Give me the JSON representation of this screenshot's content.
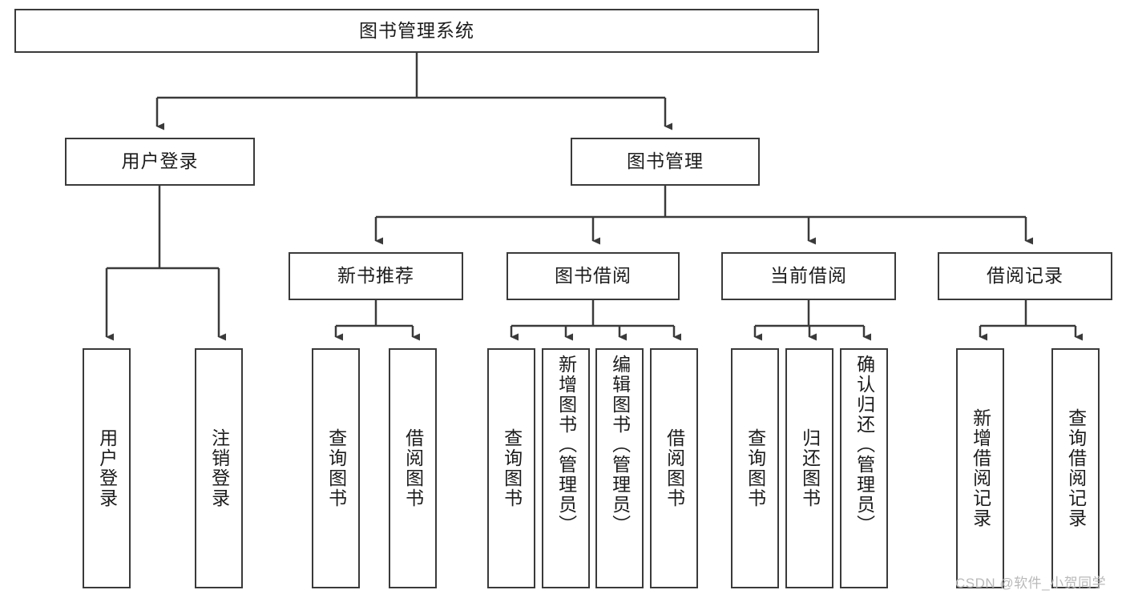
{
  "diagram": {
    "title": "图书管理系统",
    "type": "tree-hierarchy",
    "root": {
      "id": "root",
      "label": "图书管理系统"
    },
    "level1": [
      {
        "id": "user-login",
        "label": "用户登录"
      },
      {
        "id": "book-manage",
        "label": "图书管理"
      }
    ],
    "level2": [
      {
        "id": "new-book-recommend",
        "label": "新书推荐",
        "parent": "book-manage"
      },
      {
        "id": "book-borrow",
        "label": "图书借阅",
        "parent": "book-manage"
      },
      {
        "id": "current-borrow",
        "label": "当前借阅",
        "parent": "book-manage"
      },
      {
        "id": "borrow-record",
        "label": "借阅记录",
        "parent": "book-manage"
      }
    ],
    "leaves": [
      {
        "id": "leaf-user-login",
        "label": "用户登录",
        "parent": "user-login"
      },
      {
        "id": "leaf-logout-login",
        "label": "注销登录",
        "parent": "user-login"
      },
      {
        "id": "leaf-query-book-1",
        "label": "查询图书",
        "parent": "new-book-recommend"
      },
      {
        "id": "leaf-borrow-book-1",
        "label": "借阅图书",
        "parent": "new-book-recommend"
      },
      {
        "id": "leaf-query-book-2",
        "label": "查询图书",
        "parent": "book-borrow"
      },
      {
        "id": "leaf-add-book",
        "label": "新增图书（管理员）",
        "parent": "book-borrow"
      },
      {
        "id": "leaf-edit-book",
        "label": "编辑图书（管理员）",
        "parent": "book-borrow"
      },
      {
        "id": "leaf-borrow-book-2",
        "label": "借阅图书",
        "parent": "book-borrow"
      },
      {
        "id": "leaf-query-book-3",
        "label": "查询图书",
        "parent": "current-borrow"
      },
      {
        "id": "leaf-return-book",
        "label": "归还图书",
        "parent": "current-borrow"
      },
      {
        "id": "leaf-confirm-return",
        "label": "确认归还（管理员）",
        "parent": "current-borrow"
      },
      {
        "id": "leaf-add-record",
        "label": "新增借阅记录",
        "parent": "borrow-record"
      },
      {
        "id": "leaf-query-record",
        "label": "查询借阅记录",
        "parent": "borrow-record"
      }
    ]
  },
  "watermark": {
    "text": "CSDN @软件_小贺同学"
  },
  "colors": {
    "stroke": "#3a3a3a",
    "text": "#1c1c1c",
    "background": "#ffffff",
    "watermark": "#b9b9b9"
  }
}
